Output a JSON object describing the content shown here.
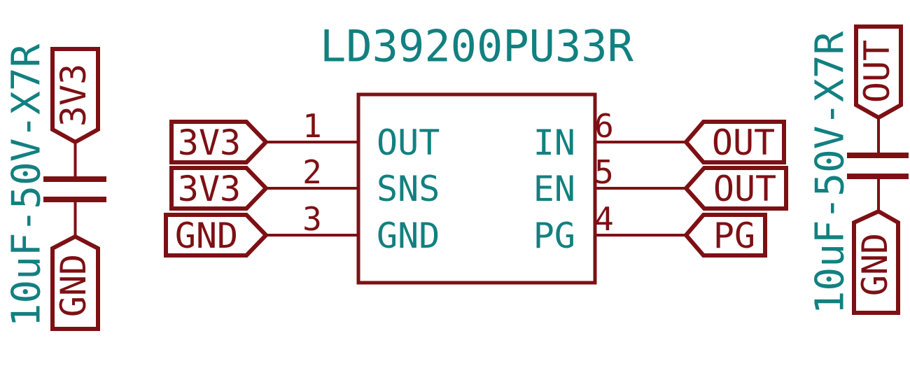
{
  "colors": {
    "stroke_red": "#7d1014",
    "text_teal": "#128080",
    "background": "#ffffff"
  },
  "title": "LD39200PU33R",
  "ic": {
    "left_pins": [
      {
        "number": "1",
        "name": "OUT",
        "net": "3V3"
      },
      {
        "number": "2",
        "name": "SNS",
        "net": "3V3"
      },
      {
        "number": "3",
        "name": "GND",
        "net": "GND"
      }
    ],
    "right_pins": [
      {
        "number": "6",
        "name": "IN",
        "net": "OUT"
      },
      {
        "number": "5",
        "name": "EN",
        "net": "OUT"
      },
      {
        "number": "4",
        "name": "PG",
        "net": "PG"
      }
    ]
  },
  "left_capacitor": {
    "value": "10uF-50V-X7R",
    "top_net": "3V3",
    "bottom_net": "GND"
  },
  "right_capacitor": {
    "value": "10uF-50V-X7R",
    "top_net": "OUT",
    "bottom_net": "GND"
  }
}
